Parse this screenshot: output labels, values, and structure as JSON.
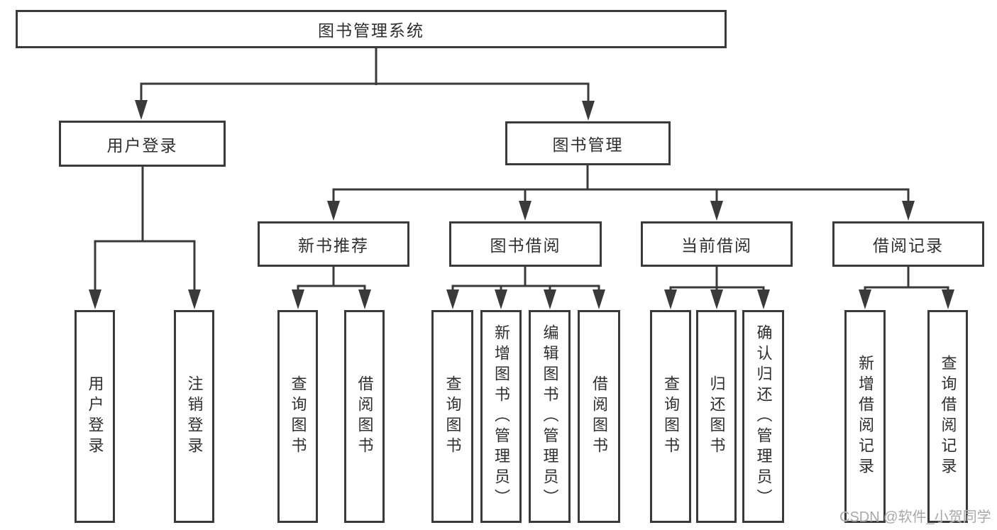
{
  "tree": {
    "label": "图书管理系统",
    "children": [
      {
        "label": "用户登录",
        "children": [
          {
            "label": "用户登录"
          },
          {
            "label": "注销登录"
          }
        ]
      },
      {
        "label": "图书管理",
        "children": [
          {
            "label": "新书推荐",
            "children": [
              {
                "label": "查询图书"
              },
              {
                "label": "借阅图书"
              }
            ]
          },
          {
            "label": "图书借阅",
            "children": [
              {
                "label": "查询图书"
              },
              {
                "label": "新增图书（管理员）"
              },
              {
                "label": "编辑图书（管理员）"
              },
              {
                "label": "借阅图书"
              }
            ]
          },
          {
            "label": "当前借阅",
            "children": [
              {
                "label": "查询图书"
              },
              {
                "label": "归还图书"
              },
              {
                "label": "确认归还（管理员）"
              }
            ]
          },
          {
            "label": "借阅记录",
            "children": [
              {
                "label": "新增借阅记录"
              },
              {
                "label": "查询借阅记录"
              }
            ]
          }
        ]
      }
    ]
  },
  "watermark": "CSDN @软件_小贺同学",
  "colors": {
    "line": "#3a3a3c",
    "text": "#2f2f2f",
    "watermark": "#a8a8a8",
    "background": "#ffffff"
  }
}
